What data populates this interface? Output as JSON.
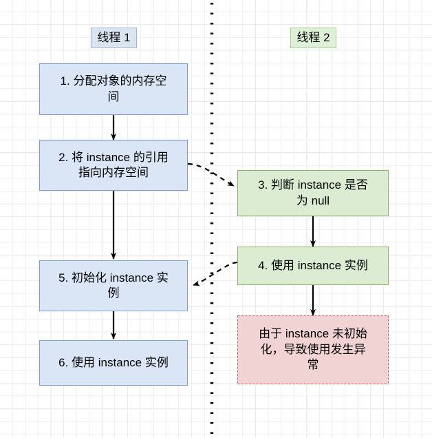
{
  "diagram": {
    "title_present": false,
    "lanes": [
      {
        "id": "thread1",
        "label": "线程 1",
        "color": "#dbe5f1",
        "border": "#9db4d4"
      },
      {
        "id": "thread2",
        "label": "线程 2",
        "color": "#dff0d8",
        "border": "#a8cf95"
      }
    ],
    "divider": {
      "style": "dotted",
      "color": "#000000"
    },
    "nodes": [
      {
        "id": "n1",
        "lane": "thread1",
        "label": "1. 分配对象的内存空\n间",
        "fill": "#dae6f5",
        "stroke": "#7b9ecb"
      },
      {
        "id": "n2",
        "lane": "thread1",
        "label": "2. 将 instance 的引用\n指向内存空间",
        "fill": "#dae6f5",
        "stroke": "#7b9ecb"
      },
      {
        "id": "n5",
        "lane": "thread1",
        "label": "5. 初始化 instance 实\n例",
        "fill": "#dae6f5",
        "stroke": "#7b9ecb"
      },
      {
        "id": "n6",
        "lane": "thread1",
        "label": "6. 使用 instance 实例",
        "fill": "#dae6f5",
        "stroke": "#7b9ecb"
      },
      {
        "id": "n3",
        "lane": "thread2",
        "label": "3. 判断 instance 是否\n为 null",
        "fill": "#dcecd3",
        "stroke": "#86b36a"
      },
      {
        "id": "n4",
        "lane": "thread2",
        "label": "4. 使用 instance 实例",
        "fill": "#dcecd3",
        "stroke": "#86b36a"
      },
      {
        "id": "n7",
        "lane": "thread2",
        "label": "由于 instance 未初始\n化，导致使用发生异\n常",
        "fill": "#f2d3d3",
        "stroke": "#c0504d"
      }
    ],
    "edges": [
      {
        "from": "n1",
        "to": "n2",
        "style": "solid"
      },
      {
        "from": "n2",
        "to": "n5",
        "style": "solid"
      },
      {
        "from": "n5",
        "to": "n6",
        "style": "solid"
      },
      {
        "from": "n2",
        "to": "n3",
        "style": "dashed"
      },
      {
        "from": "n3",
        "to": "n4",
        "style": "solid"
      },
      {
        "from": "n4",
        "to": "n5",
        "style": "dashed"
      },
      {
        "from": "n4",
        "to": "n7",
        "style": "solid"
      }
    ]
  }
}
